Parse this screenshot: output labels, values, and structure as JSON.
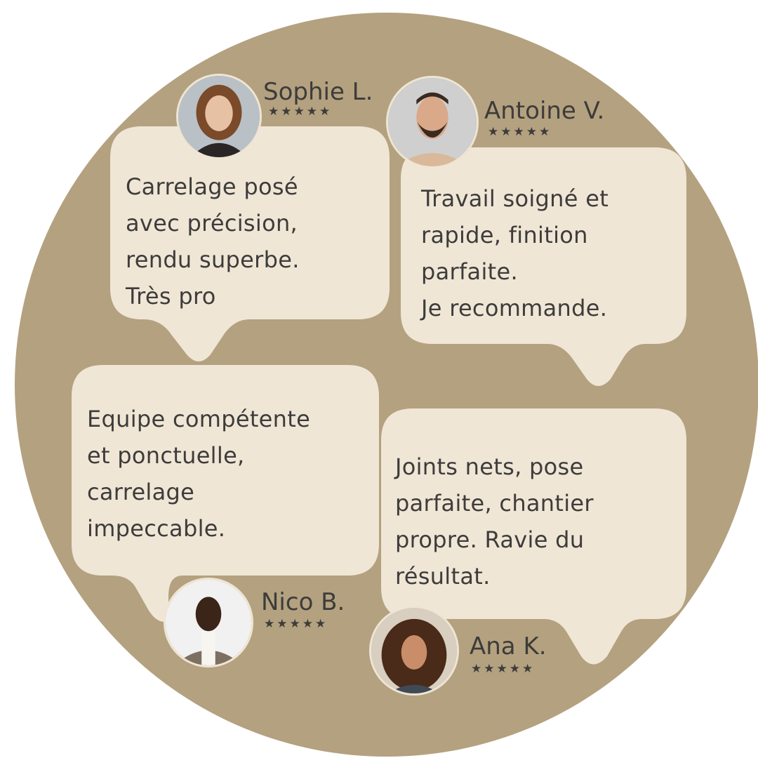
{
  "colors": {
    "circle": "#b4a17f",
    "bubble": "#f0e6d6",
    "text": "#3d3c3b"
  },
  "reviews": [
    {
      "name": "Sophie L.",
      "stars": "★★★★★",
      "rating": 5,
      "text": "Carrelage posé\navec précision,\nrendu superbe.\nTrès pro"
    },
    {
      "name": "Antoine V.",
      "stars": "★★★★★",
      "rating": 5,
      "text": "Travail soigné et\nrapide, finition\nparfaite.\nJe recommande."
    },
    {
      "name": "Nico B.",
      "stars": "★★★★★",
      "rating": 5,
      "text": "Equipe compétente\net ponctuelle,\ncarrelage\nimpeccable."
    },
    {
      "name": "Ana K.",
      "stars": "★★★★★",
      "rating": 5,
      "text": "Joints nets, pose\nparfaite, chantier\npropre. Ravie du\nrésultat."
    }
  ]
}
